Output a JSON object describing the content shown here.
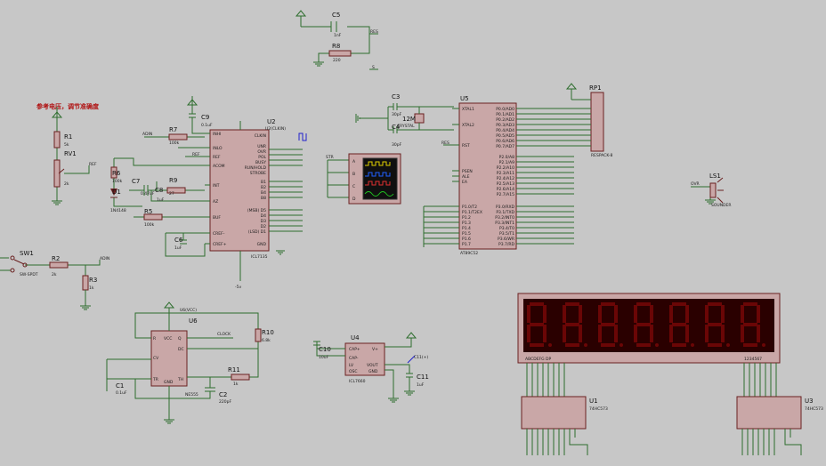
{
  "annotation": {
    "text": "参考电压，调节准确度",
    "color": "#b01010"
  },
  "colors": {
    "wire": "#2e6e2e",
    "ic_fill": "#c9a7a7",
    "ic_border": "#6a2020",
    "display_bg": "#2a0000",
    "segment": "#6a0606",
    "terminal": "#2222cc"
  },
  "components": {
    "c5": {
      "ref": "C5",
      "value": "1nF"
    },
    "r8": {
      "ref": "R8",
      "value": "220"
    },
    "net_res": "RES",
    "net_s": "S",
    "c3": {
      "ref": "C3",
      "value": "30pF"
    },
    "c4": {
      "ref": "C4",
      "value": "30pF"
    },
    "x1": {
      "ref": "12M",
      "value": "CRYSTAL"
    },
    "rp1": {
      "ref": "RP1",
      "value": "RESPACK-8"
    },
    "u5": {
      "ref": "U5",
      "value": "AT89C52"
    },
    "u2": {
      "ref": "U2",
      "value": "ICL7135",
      "terminal": "U2(CLKIN)"
    },
    "c9": {
      "ref": "C9",
      "value": "0.1uF"
    },
    "r7": {
      "ref": "R7",
      "value": "100k"
    },
    "r6": {
      "ref": "R6",
      "value": "100k"
    },
    "d1": {
      "ref": "D1",
      "value": "1N4148"
    },
    "c7": {
      "ref": "C7",
      "value": "0.47uF"
    },
    "c8": {
      "ref": "C8",
      "value": "1uF"
    },
    "r9": {
      "ref": "R9",
      "value": "27"
    },
    "r5": {
      "ref": "R5",
      "value": "100k"
    },
    "c6": {
      "ref": "C6",
      "value": "1uF"
    },
    "r1": {
      "ref": "R1",
      "value": "5k"
    },
    "rv1": {
      "ref": "RV1",
      "value": "2k"
    },
    "ref_net": "REF",
    "adin": "ADIN",
    "sw1": {
      "ref": "SW1",
      "value": "SW-SPDT"
    },
    "r2": {
      "ref": "R2",
      "value": "2k"
    },
    "r3": {
      "ref": "R3",
      "value": "1k"
    },
    "u6": {
      "ref": "U6",
      "value": "NE555",
      "terminal": "U6(VCC)"
    },
    "r10": {
      "ref": "R10",
      "value": "6.8k"
    },
    "r11": {
      "ref": "R11",
      "value": "1k"
    },
    "c1": {
      "ref": "C1",
      "value": "0.1uF"
    },
    "c2": {
      "ref": "C2",
      "value": "220pF"
    },
    "clock": "CLOCK",
    "u4": {
      "ref": "U4",
      "value": "ICL7660",
      "terminal": "C11(+)"
    },
    "c10": {
      "ref": "C10",
      "value": "10uF"
    },
    "c11": {
      "ref": "C11",
      "value": "1uF"
    },
    "ls1": {
      "ref": "LS1",
      "value": "SOUNDER"
    },
    "ovr": "OVR",
    "str": "STR",
    "u1": {
      "ref": "U1",
      "value": "74HC573"
    },
    "u3": {
      "ref": "U3",
      "value": "74HC573"
    },
    "neg5v": "-5v"
  },
  "display": {
    "seg_label": "ABCDEFG DP",
    "digit_label": "1234567",
    "digits": 7
  },
  "u2_pins_left": [
    "INHI",
    "INLO",
    "REF",
    "ACOM",
    "INT",
    "AZ",
    "BUF",
    "CREF-",
    "CREF+"
  ],
  "u2_pins_right": [
    "CLKIN",
    "UNR",
    "OVR",
    "POL",
    "BUSY",
    "RUN/HOLD",
    "STROBE",
    "B1",
    "B2",
    "B4",
    "B8",
    "(MSB) D5",
    "D4",
    "D3",
    "D2",
    "(LSD) D1",
    "GND"
  ],
  "u5_pins_left": [
    "XTAL1",
    "XTAL2",
    "RST",
    "PSEN",
    "ALE",
    "EA",
    "P1.0/T2",
    "P1.1/T2EX",
    "P1.2",
    "P1.3",
    "P1.4",
    "P1.5",
    "P1.6",
    "P1.7"
  ],
  "u5_pins_right": [
    "P0.0/AD0",
    "P0.1/AD1",
    "P0.2/AD2",
    "P0.3/AD3",
    "P0.4/AD4",
    "P0.5/AD5",
    "P0.6/AD6",
    "P0.7/AD7",
    "P2.0/A8",
    "P2.1/A9",
    "P2.2/A10",
    "P2.3/A11",
    "P2.4/A12",
    "P2.5/A13",
    "P2.6/A14",
    "P2.7/A15",
    "P3.0/RXD",
    "P3.1/TXD",
    "P3.2/INT0",
    "P3.3/INT1",
    "P3.4/T0",
    "P3.5/T1",
    "P3.6/WR",
    "P3.7/RD"
  ],
  "u6_pins": [
    "R",
    "Q",
    "DC",
    "CV",
    "TR",
    "TH",
    "VCC",
    "GND"
  ],
  "u4_pins": [
    "CAP+",
    "CAP-",
    "LV",
    "OSC",
    "V+",
    "VOUT",
    "GND"
  ],
  "scope_channels": [
    "A",
    "B",
    "C",
    "D"
  ]
}
